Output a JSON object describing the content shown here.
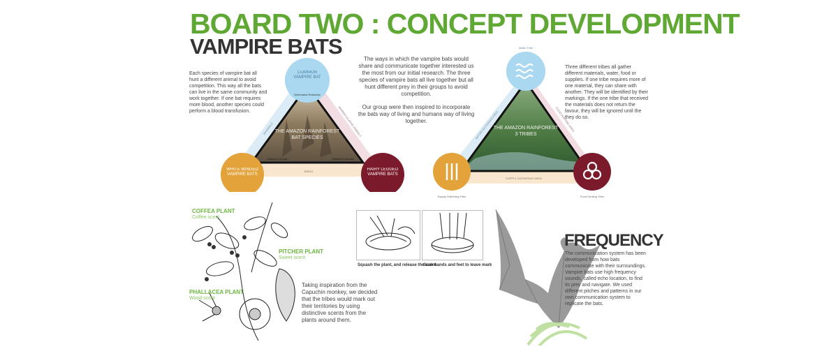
{
  "header": {
    "title": "BOARD TWO : CONCEPT DEVELOPMENT",
    "subtitle": "VAMPIRE BATS"
  },
  "left_text": "Each species of vampire bat all hunt a different animal to avoid competition. This way all the bats can live in the same community and work together. If one bat requires more blood, another species could perform a blood transfusion.",
  "center_text": {
    "p1": "The ways in which the vampire bats would share and communicate together interested us the most from our initial research. The three species of vampire bats all live together but all hunt different prey in their groups to avoid competition.",
    "p2": "Our group were then inspired to incorporate the bats way of living and humans way of living together."
  },
  "right_text": "Three different tribes all gather different materials, water, food or supplies. If one tribe requires more of one material, they can share with another. They will be identified by their markings. If the one tribe that received the materials does not return the favour, they will be ignored until the they do so.",
  "triangle1": {
    "top_node": "COMMON VAMPIRE BAT",
    "left_node": "WHITE WINGED VAMPIRE BATS",
    "right_node": "HAIRY LEGGED VAMPIRE BATS",
    "center_title": "THE AMAZON RAINFOREST",
    "center_sub": "BAT SPECIES",
    "top_species": "Desmodus Rotundus",
    "left_species": "Diaemus Youngi",
    "right_species": "Diphylla Ecaudata",
    "left_edge": "MAMMALS",
    "right_edge": "MAMMALS/LARGE ANIMALS",
    "bottom_edge": "BIRDS"
  },
  "triangle2": {
    "top_label": "Water Tribe",
    "left_label": "Supply Gathering Tribe",
    "right_label": "Food Hunting Tribe",
    "center_title": "THE AMAZON RAINFOREST",
    "center_sub": "3 TRIBES",
    "left_edge": "WATER GATHERING AREA",
    "right_edge": "FOOD HUNTING AREA",
    "bottom_edge": "SUPPLY GATHERING AREA"
  },
  "plants": {
    "coffea_name": "COFFEA PLANT",
    "coffea_scent": "Coffee scent",
    "pitcher_name": "PITCHER PLANT",
    "pitcher_scent": "Sweet scent",
    "phallacea_name": "PHALLACEA PLANT",
    "phallacea_scent": "Wood scent"
  },
  "plants_text": "Taking inspiration from the Capuchin monkey, we decided that the tribes would mark out their territories by using distinctive scents from the plants around them.",
  "captions": {
    "left": "Squash the plant, and release the scent",
    "right": "Soak hands and feet to leave mark"
  },
  "frequency": {
    "title": "FREQUENCY",
    "text": "The communication system has been developed from how bats communicate with their surroundings. Vampire bats use high frequency sounds, called echo location, to find its prey and navigate. We used different pitches and patterns in our own communication system to replicate the bats."
  },
  "colors": {
    "green": "#5fa833",
    "top_node": "#a9d8f0",
    "left_node": "#e3a23a",
    "right_node": "#7b1a2a",
    "edge_blue": "#dcecf6",
    "edge_pink": "#f2dde2",
    "edge_peach": "#f8e6cf"
  }
}
